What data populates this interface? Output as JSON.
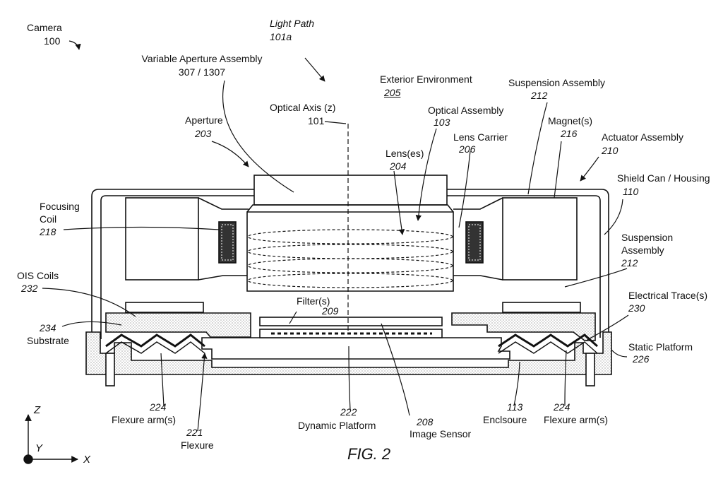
{
  "figure": {
    "caption": "FIG. 2"
  },
  "axes": {
    "z": "Z",
    "y": "Y",
    "x": "X"
  },
  "labels": {
    "camera": {
      "text": "Camera",
      "num": "100"
    },
    "light_path": {
      "text": "Light Path",
      "num": "101a"
    },
    "variable_aperture": {
      "text": "Variable Aperture Assembly",
      "num": "307 / 1307"
    },
    "aperture": {
      "text": "Aperture",
      "num": "203"
    },
    "optical_axis": {
      "text": "Optical Axis (z)",
      "num": "101"
    },
    "exterior_env": {
      "text": "Exterior Environment",
      "num": "205"
    },
    "optical_assembly": {
      "text": "Optical Assembly",
      "num": "103"
    },
    "suspension_top": {
      "text": "Suspension Assembly",
      "num": "212"
    },
    "magnets": {
      "text": "Magnet(s)",
      "num": "216"
    },
    "actuator": {
      "text": "Actuator Assembly",
      "num": "210"
    },
    "lens_carrier": {
      "text": "Lens Carrier",
      "num": "206"
    },
    "lenses": {
      "text": "Lens(es)",
      "num": "204"
    },
    "shield_can": {
      "text": "Shield Can / Housing",
      "num": "110"
    },
    "focusing_coil": {
      "text_1": "Focusing",
      "text_2": "Coil",
      "num": "218"
    },
    "suspension_side": {
      "text_1": "Suspension",
      "text_2": "Assembly",
      "num": "212"
    },
    "ois_coils": {
      "text": "OIS Coils",
      "num": "232"
    },
    "filters": {
      "text": "Filter(s)",
      "num": "209"
    },
    "electrical_trace": {
      "text": "Electrical Trace(s)",
      "num": "230"
    },
    "substrate": {
      "text": "Substrate",
      "num": "234"
    },
    "static_platform": {
      "text": "Static Platform",
      "num": "226"
    },
    "flexure_arm_left": {
      "text": "Flexure arm(s)",
      "num": "224"
    },
    "dynamic_platform": {
      "text": "Dynamic Platform",
      "num": "222"
    },
    "image_sensor": {
      "text": "Image Sensor",
      "num": "208"
    },
    "enclosure": {
      "text": "Enclsoure",
      "num": "113"
    },
    "flexure_arm_right": {
      "text": "Flexure arm(s)",
      "num": "224"
    },
    "flexure": {
      "text": "Flexure",
      "num": "221"
    }
  }
}
